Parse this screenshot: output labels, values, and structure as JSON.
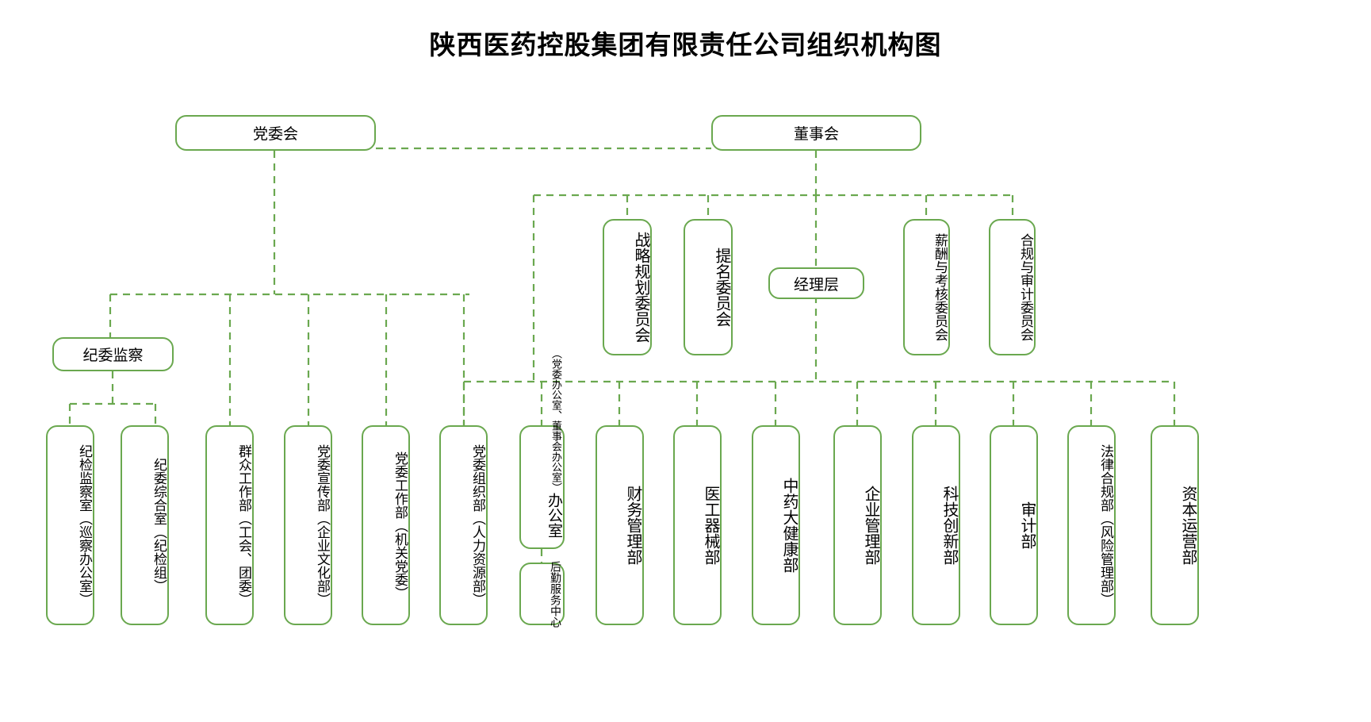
{
  "title": "陕西医药控股集团有限责任公司组织机构图",
  "theme": {
    "box_border": "#6aa84f",
    "connector": "#6aa84f",
    "background": "#ffffff",
    "text": "#000000"
  },
  "nodes": {
    "party_committee": {
      "label": "党委会",
      "orientation": "horizontal"
    },
    "board": {
      "label": "董事会",
      "orientation": "horizontal"
    },
    "management": {
      "label": "经理层",
      "orientation": "horizontal"
    },
    "discipline": {
      "label": "纪委监察",
      "orientation": "horizontal"
    }
  },
  "committees": [
    {
      "label": "战略规划委员会",
      "orientation": "vertical"
    },
    {
      "label": "提名委员会",
      "orientation": "vertical"
    },
    {
      "label": "薪酬与考核委员会",
      "orientation": "vertical"
    },
    {
      "label": "合规与审计委员会",
      "orientation": "vertical"
    }
  ],
  "discipline_departments": [
    {
      "label": "纪检监察室（巡察办公室）",
      "orientation": "vertical"
    },
    {
      "label": "纪委综合室（纪检组）",
      "orientation": "vertical"
    }
  ],
  "party_departments": [
    {
      "label": "群众工作部（工会、团委）",
      "orientation": "vertical"
    },
    {
      "label": "党委宣传部（企业文化部）",
      "orientation": "vertical"
    },
    {
      "label": "党委工作部（机关党委）",
      "orientation": "vertical"
    },
    {
      "label": "党委组织部（人力资源部）",
      "orientation": "vertical"
    }
  ],
  "office": {
    "main": "办公室",
    "sub": "（党委办公室、董事会办公室）",
    "orientation": "vertical"
  },
  "logistics": {
    "label": "后勤服务中心",
    "orientation": "vertical"
  },
  "business_departments": [
    {
      "label": "财务管理部",
      "orientation": "vertical"
    },
    {
      "label": "医工器械部",
      "orientation": "vertical"
    },
    {
      "label": "中药大健康部",
      "orientation": "vertical"
    },
    {
      "label": "企业管理部",
      "orientation": "vertical"
    },
    {
      "label": "科技创新部",
      "orientation": "vertical"
    },
    {
      "label": "审计部",
      "orientation": "vertical"
    },
    {
      "label": "法律合规部（风险管理部）",
      "orientation": "vertical"
    },
    {
      "label": "资本运营部",
      "orientation": "vertical"
    }
  ]
}
